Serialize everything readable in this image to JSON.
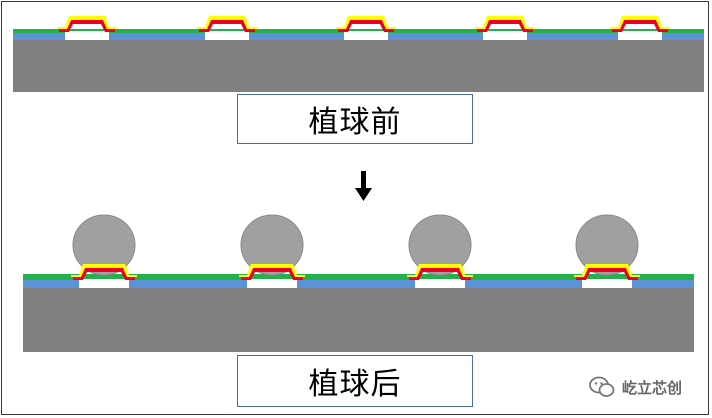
{
  "captions": {
    "before": "植球前",
    "after": "植球后"
  },
  "watermark": {
    "text": "屹立芯创",
    "icon": "wechat-icon"
  },
  "arrow": {
    "icon": "down-arrow-icon"
  },
  "colors": {
    "substrate": "#808080",
    "passivation": "#5b93d6",
    "polymer": "#26b04b",
    "pad": "#ffffff",
    "ubm_red": "#e8001e",
    "ubm_yellow": "#ffff00",
    "solder_ball": "#a0a0a0",
    "solder_ball_edge": "#8a8a8a",
    "caption_border": "#4a6fa5",
    "frame": "#3a3a3a"
  }
}
